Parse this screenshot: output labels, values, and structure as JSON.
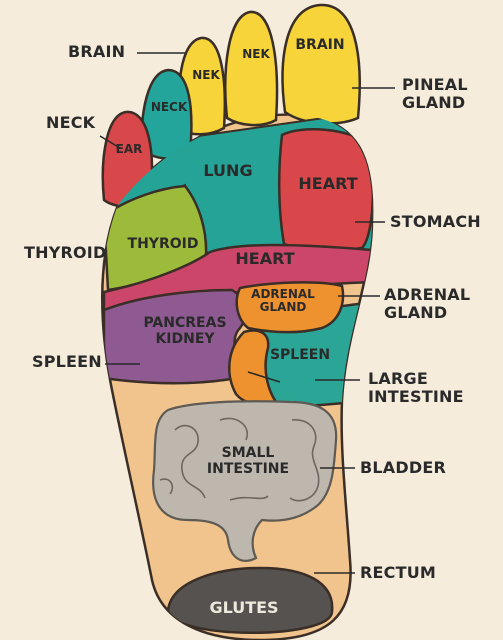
{
  "colors": {
    "background": "#f5ecdc",
    "skin": "#f2c48d",
    "outline": "#3a2e26",
    "toe_yellow": "#f6d43a",
    "toe_teal": "#23a59b",
    "toe_red": "#d8474a",
    "lung_teal": "#25a397",
    "heart_red": "#d9474b",
    "thyroid_green": "#9dbb3b",
    "heart_band_pink": "#cc4669",
    "adrenal_orange": "#ee9230",
    "pancreas_purple": "#8e5a91",
    "spleen_teal": "#2aa596",
    "intestine_gray": "#bdb7ae",
    "glutes_dark": "#55524f"
  },
  "regions": {
    "brain_big_toe": "BRAIN",
    "nek_toe_2": "NEK",
    "nek_toe_3": "NEK",
    "neck_toe_4": "NECK",
    "ear_toe_5": "EAR",
    "lung": "LUNG",
    "heart_upper": "HEART",
    "thyroid": "THYROID",
    "heart_band": "HEART",
    "adrenal_gland": "ADRENAL\nGLAND",
    "pancreas_kidney": "PANCREAS\nKIDNEY",
    "spleen": "SPLEEN",
    "small_intestine": "SMALL\nINTESTINE",
    "glutes": "GLUTES"
  },
  "callouts": {
    "brain": "BRAIN",
    "neck": "NECK",
    "thyroid": "THYROID",
    "spleen": "SPLEEN",
    "pineal_gland": "PINEAL\nGLAND",
    "stomach": "STOMACH",
    "adrenal_gland": "ADRENAL\nGLAND",
    "large_intestine": "LARGE\nINTESTINE",
    "bladder": "BLADDER",
    "rectum": "RECTUM"
  }
}
